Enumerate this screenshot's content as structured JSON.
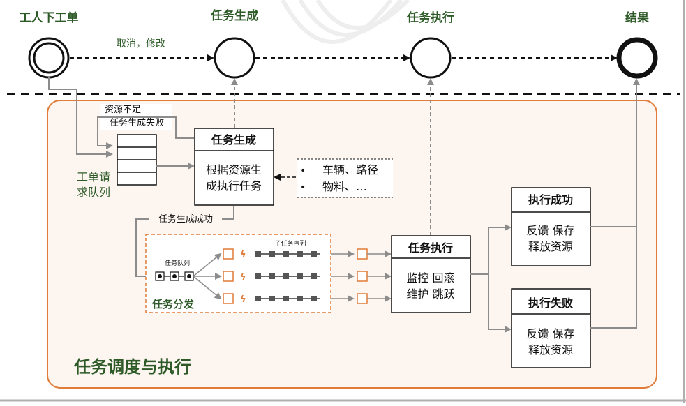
{
  "stages": {
    "order": "工人下工单",
    "generate": "任务生成",
    "execute": "任务执行",
    "result": "结果"
  },
  "top_edge_label": "取消，修改",
  "panel_title": "任务调度与执行",
  "queue": {
    "label_line1": "工单请",
    "label_line2": "求队列",
    "fail_note_line1": "资源不足",
    "fail_note_line2": "任务生成失败"
  },
  "gen_box": {
    "title": "任务生成",
    "body_line1": "根据资源生",
    "body_line2": "成执行任务"
  },
  "resources": {
    "item1": "车辆、路径",
    "item2": "物料、…",
    "bullet": "•"
  },
  "gen_success_label": "任务生成成功",
  "dispatch": {
    "title": "任务分发",
    "queue_label": "任务队列",
    "subtask_label": "子任务序列",
    "sync_glyph": "ϟ"
  },
  "exec_box": {
    "title": "任务执行",
    "body_line1": "监控  回滚",
    "body_line2": "维护  跳跃"
  },
  "success_box": {
    "title": "执行成功",
    "body_line1": "反馈  保存",
    "body_line2": "释放资源"
  },
  "fail_box": {
    "title": "执行失败",
    "body_line1": "反馈  保存",
    "body_line2": "释放资源"
  },
  "colors": {
    "orange": "#e07b39",
    "panel_fill": "#fdf6f0",
    "green_text": "#2d5a27",
    "gray_line": "#8c8c8c"
  }
}
